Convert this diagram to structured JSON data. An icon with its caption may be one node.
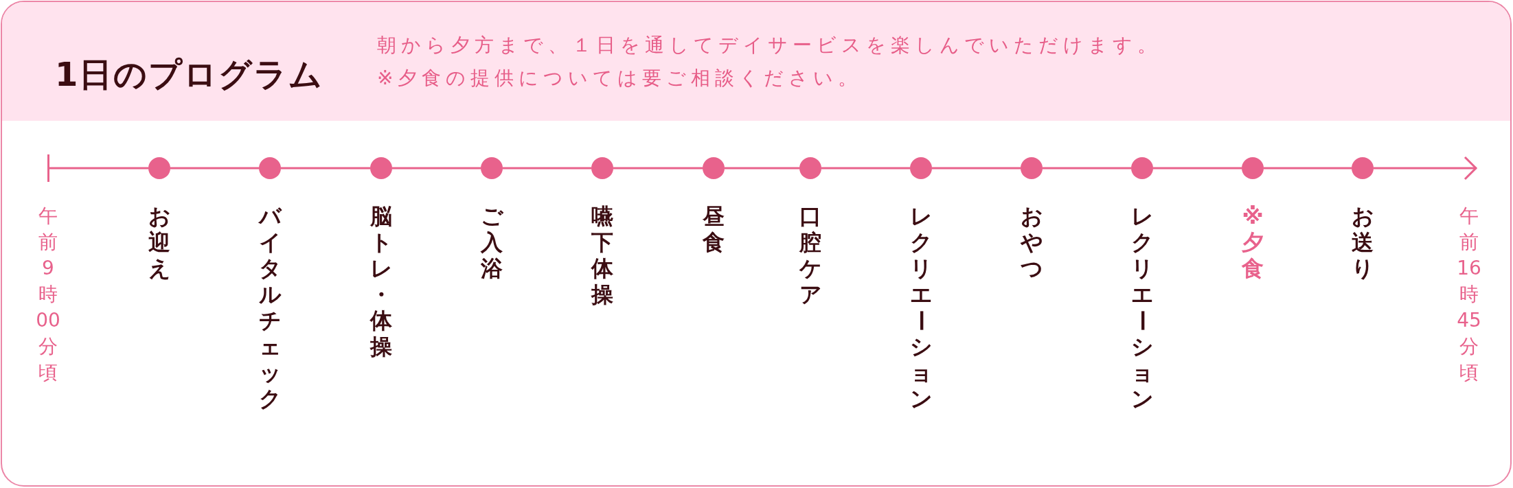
{
  "diagram": {
    "title": "1日のプログラム",
    "nodes": [
      {
        "text": [],
        "shape": "bar",
        "beside": [
          "午前9時00分頃"
        ]
      },
      {
        "text": [],
        "shape": "circle",
        "beside": [
          "お迎え"
        ]
      },
      {
        "text": [],
        "shape": "circle",
        "beside": [
          "バイタルチェック"
        ]
      },
      {
        "text": [],
        "shape": "circle",
        "beside": [
          "脳トレ・体操"
        ]
      },
      {
        "text": [],
        "shape": "circle",
        "beside": [
          "ご入浴"
        ]
      },
      {
        "text": [],
        "shape": "circle",
        "beside": [
          "嚥下体操"
        ]
      },
      {
        "text": [],
        "shape": "circle",
        "beside": [
          "昼食"
        ]
      },
      {
        "text": [],
        "shape": "circle",
        "beside": [
          "口腔ケア"
        ]
      },
      {
        "text": [],
        "shape": "circle",
        "beside": [
          "レクリエーション"
        ]
      },
      {
        "text": [],
        "shape": "circle",
        "beside": [
          "おやつ"
        ]
      },
      {
        "text": [],
        "shape": "circle",
        "beside": [
          "レクリエーション"
        ]
      },
      {
        "text": [],
        "shape": "circle",
        "beside": [
          "※夕食"
        ]
      },
      {
        "text": [],
        "shape": "circle",
        "beside": [
          "お送り"
        ]
      }
    ],
    "edges": [
      {
        "from": 0,
        "to": 1,
        "arrow": "none"
      },
      {
        "from": 1,
        "to": 2,
        "arrow": "none"
      },
      {
        "from": 2,
        "to": 3,
        "arrow": "none"
      },
      {
        "from": 3,
        "to": 4,
        "arrow": "none"
      },
      {
        "from": 4,
        "to": 5,
        "arrow": "none"
      },
      {
        "from": 5,
        "to": 6,
        "arrow": "none"
      },
      {
        "from": 6,
        "to": 7,
        "arrow": "none"
      },
      {
        "from": 7,
        "to": 8,
        "arrow": "none"
      },
      {
        "from": 8,
        "to": 9,
        "arrow": "none"
      },
      {
        "from": 9,
        "to": 10,
        "arrow": "none"
      },
      {
        "from": 10,
        "to": 11,
        "arrow": "none"
      },
      {
        "from": 11,
        "to": 12,
        "arrow": "none"
      },
      {
        "from": 12,
        "to": null,
        "arrow": "to"
      }
    ],
    "labels": [
      "朝から夕方まで、１日を通してデイサービスを楽しんでいただけます。",
      "※夕食の提供については要ご相談ください。",
      "午前16時45分頃"
    ]
  }
}
